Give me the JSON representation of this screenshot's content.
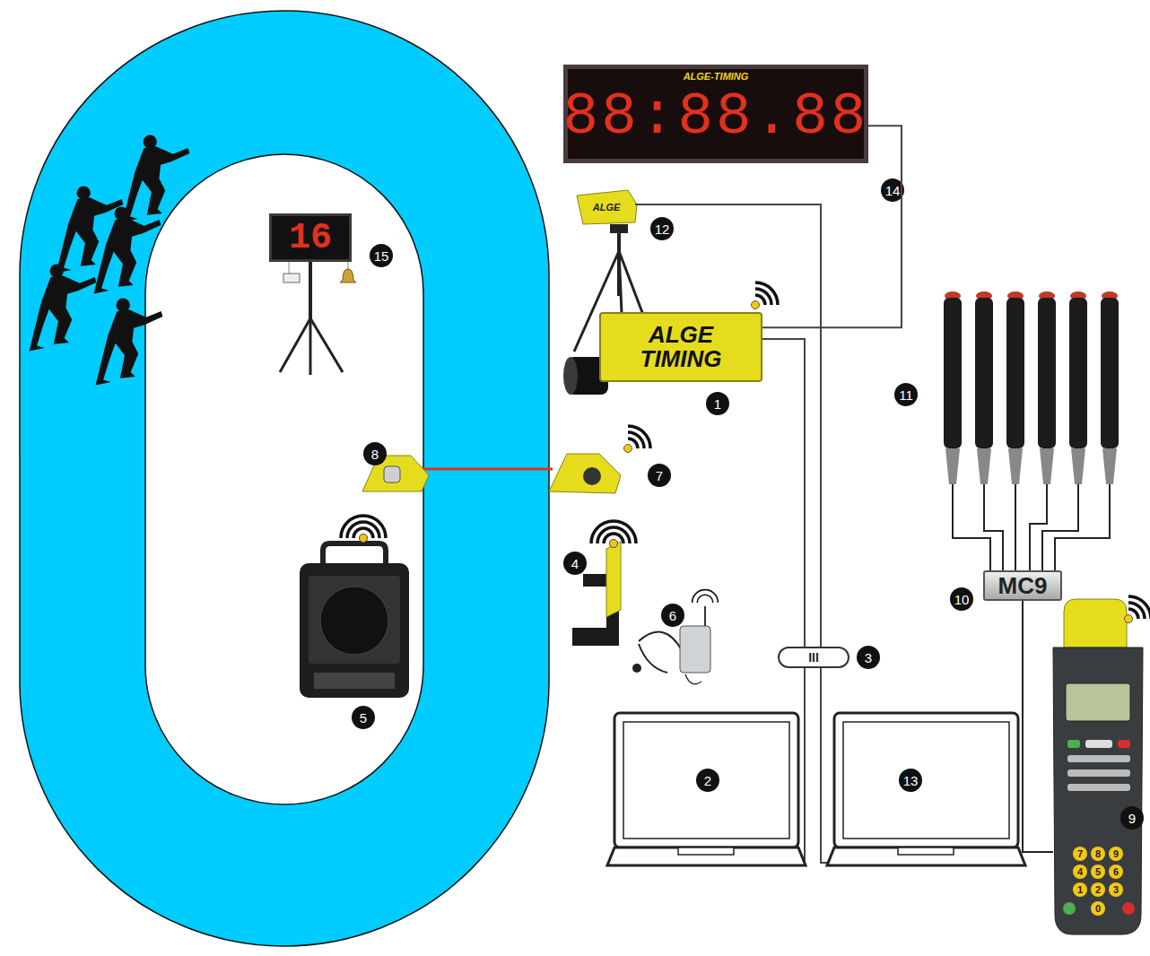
{
  "diagram": {
    "nodes": [
      {
        "text": [
          "ALGE-TIMING",
          "88:88.88"
        ]
      },
      {
        "text": [
          "16"
        ]
      },
      {
        "text": [
          "ALGE TIMING"
        ]
      },
      {
        "text": [
          "MC9"
        ]
      }
    ],
    "edges": [
      {
        "from": 2,
        "to": 0,
        "arrow": "none"
      }
    ],
    "labels": [
      "1",
      "2",
      "3",
      "4",
      "5",
      "6",
      "7",
      "8",
      "9",
      "10",
      "11",
      "12",
      "13",
      "14",
      "15",
      "7",
      "8",
      "9",
      "4",
      "5",
      "6",
      "1",
      "2",
      "3",
      "0",
      "III",
      "ALGE"
    ]
  }
}
